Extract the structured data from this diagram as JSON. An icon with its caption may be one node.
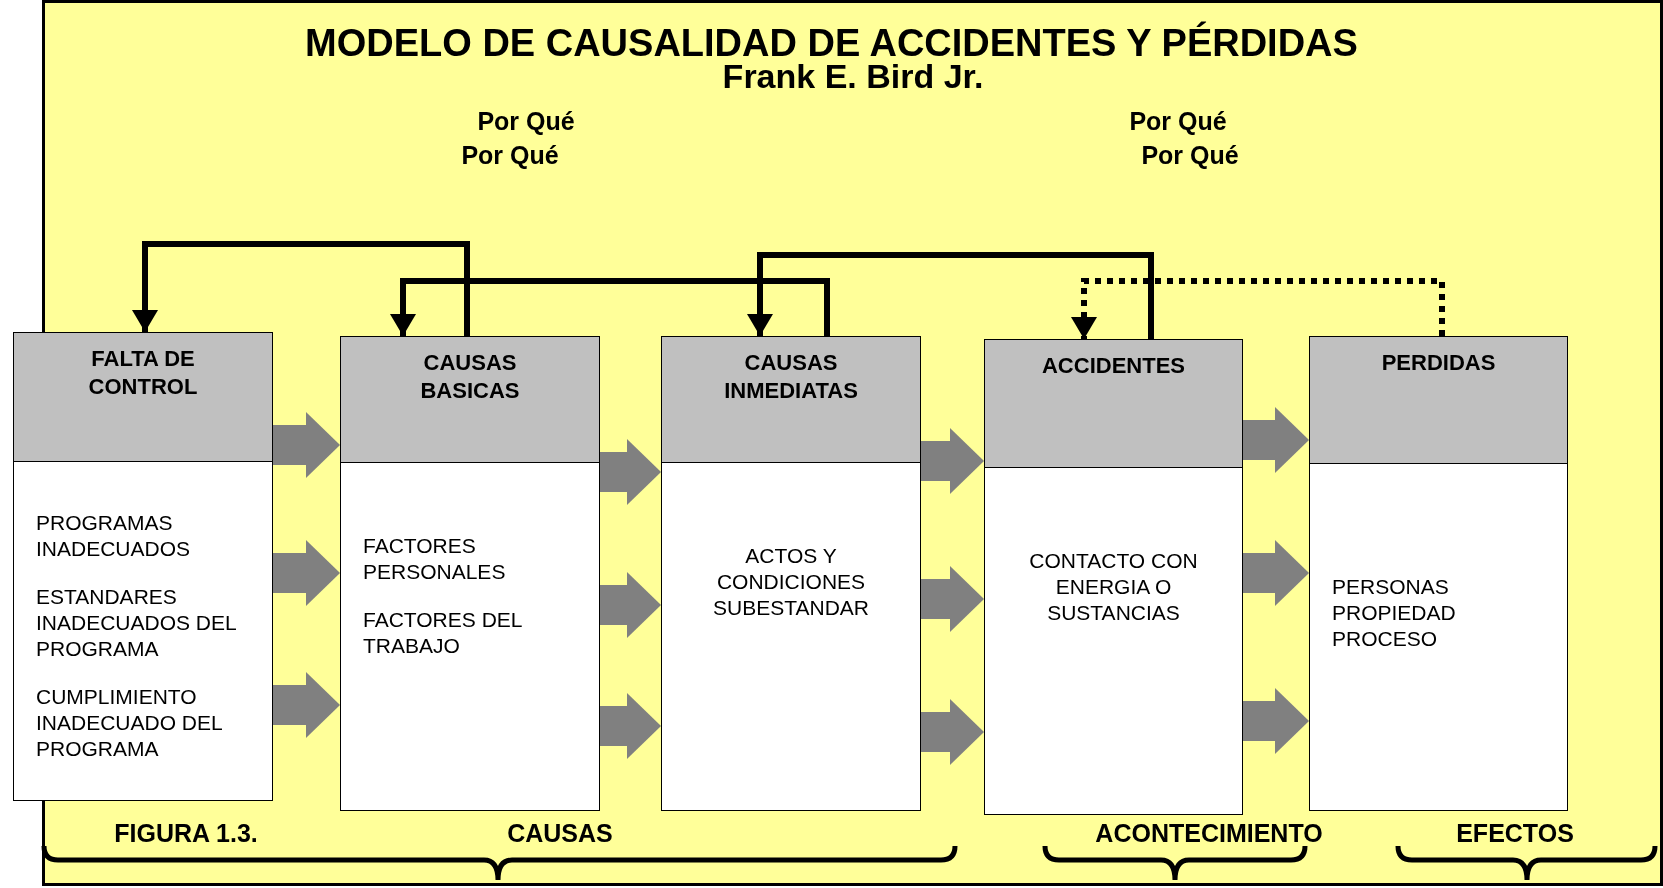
{
  "diagram": {
    "title": "MODELO DE CAUSALIDAD DE ACCIDENTES Y PÉRDIDAS",
    "nodes": [
      {
        "text": [
          "FALTA DE CONTROL",
          "PROGRAMAS INADECUADOS",
          "ESTANDARES INADECUADOS DEL PROGRAMA",
          "CUMPLIMIENTO INADECUADO DEL PROGRAMA"
        ]
      },
      {
        "text": [
          "CAUSAS BASICAS",
          "FACTORES PERSONALES",
          "FACTORES DEL TRABAJO"
        ]
      },
      {
        "text": [
          "CAUSAS INMEDIATAS",
          "ACTOS Y CONDICIONES SUBESTANDAR"
        ]
      },
      {
        "text": [
          "ACCIDENTES",
          "CONTACTO CON ENERGIA O SUSTANCIAS"
        ]
      },
      {
        "text": [
          "PERDIDAS",
          "PERSONAS PROPIEDAD PROCESO"
        ]
      }
    ],
    "edges": [
      {
        "from": 0,
        "to": 1,
        "arrow": "to",
        "color": "#808080"
      },
      {
        "from": 0,
        "to": 1,
        "arrow": "to",
        "color": "#808080"
      },
      {
        "from": 0,
        "to": 1,
        "arrow": "to",
        "color": "#808080"
      },
      {
        "from": 1,
        "to": 2,
        "arrow": "to",
        "color": "#808080"
      },
      {
        "from": 1,
        "to": 2,
        "arrow": "to",
        "color": "#808080"
      },
      {
        "from": 1,
        "to": 2,
        "arrow": "to",
        "color": "#808080"
      },
      {
        "from": 2,
        "to": 3,
        "arrow": "to",
        "color": "#808080"
      },
      {
        "from": 2,
        "to": 3,
        "arrow": "to",
        "color": "#808080"
      },
      {
        "from": 2,
        "to": 3,
        "arrow": "to",
        "color": "#808080"
      },
      {
        "from": 3,
        "to": 4,
        "arrow": "to",
        "color": "#808080"
      },
      {
        "from": 3,
        "to": 4,
        "arrow": "to",
        "color": "#808080"
      },
      {
        "from": 3,
        "to": 4,
        "arrow": "to",
        "color": "#808080"
      },
      {
        "from": 1,
        "to": 0,
        "arrow": "to",
        "color": "#000000"
      },
      {
        "from": 2,
        "to": 1,
        "arrow": "to",
        "color": "#000000"
      },
      {
        "from": 3,
        "to": 2,
        "arrow": "to",
        "color": "#000000"
      },
      {
        "from": 4,
        "to": 3,
        "arrow": "to",
        "style": "dashed",
        "color": "#000000"
      }
    ],
    "labels": [
      "Frank E. Bird Jr.",
      "Por Qué",
      "Por Qué",
      "Por Qué",
      "Por Qué",
      "FIGURA 1.3.",
      "CAUSAS",
      "ACONTECIMIENTO",
      "EFECTOS"
    ]
  }
}
